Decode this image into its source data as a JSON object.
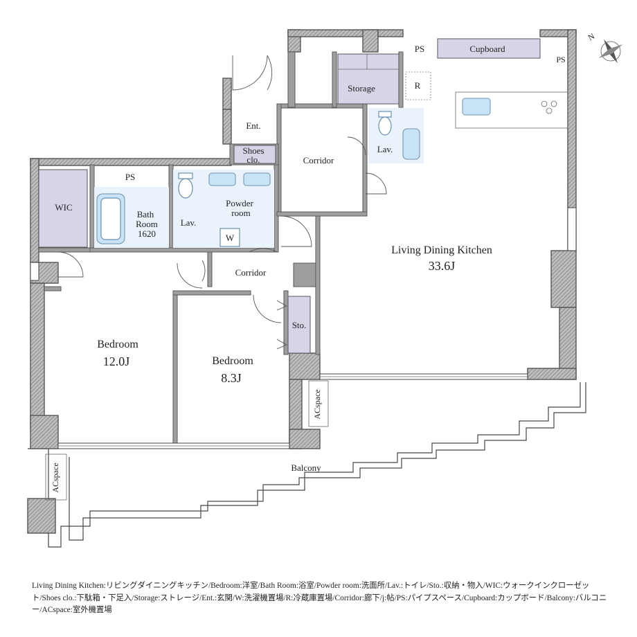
{
  "rooms": {
    "ldk_name": "Living Dining Kitchen",
    "ldk_size": "33.6J",
    "bedroom1_name": "Bedroom",
    "bedroom1_size": "12.0J",
    "bedroom2_name": "Bedroom",
    "bedroom2_size": "8.3J",
    "bath_line1": "Bath",
    "bath_line2": "Room",
    "bath_line3": "1620",
    "powder_line1": "Powder",
    "powder_line2": "room",
    "lav_1": "Lav.",
    "lav_2": "Lav.",
    "wic": "WIC",
    "ps_1": "PS",
    "ps_2": "PS",
    "ps_3": "PS",
    "storage": "Storage",
    "refrigerator": "R",
    "cupboard": "Cupboard",
    "ent": "Ent.",
    "shoes_line1": "Shoes",
    "shoes_line2": "clo.",
    "corridor_1": "Corridor",
    "corridor_2": "Corridor",
    "washer": "W",
    "sto": "Sto.",
    "acspace_1": "ACspace",
    "acspace_2": "ACspace",
    "balcony": "Balcony",
    "compass_n": "N"
  },
  "legend": "Living Dining Kitchen:リビングダイニングキッチン/Bedroom:洋室/Bath Room:浴室/Powder room:洗面所/Lav.:トイレ/Sto.:収納・物入/WIC:ウォークインクローゼット/Shoes clo.:下駄箱・下足入/Storage:ストレージ/Ent.:玄関/W:洗濯機置場/R:冷蔵庫置場/Corridor:廊下/j:帖/PS:パイプスペース/Cupboard:カップボード/Balcony:バルコニー/ACspace:室外機置場",
  "colors": {
    "wall": "#9e9e9e",
    "storage_fill": "#d9d3e8",
    "wet_area_fill": "#eaf3fb",
    "fixture_fill": "#c9e3f6"
  }
}
